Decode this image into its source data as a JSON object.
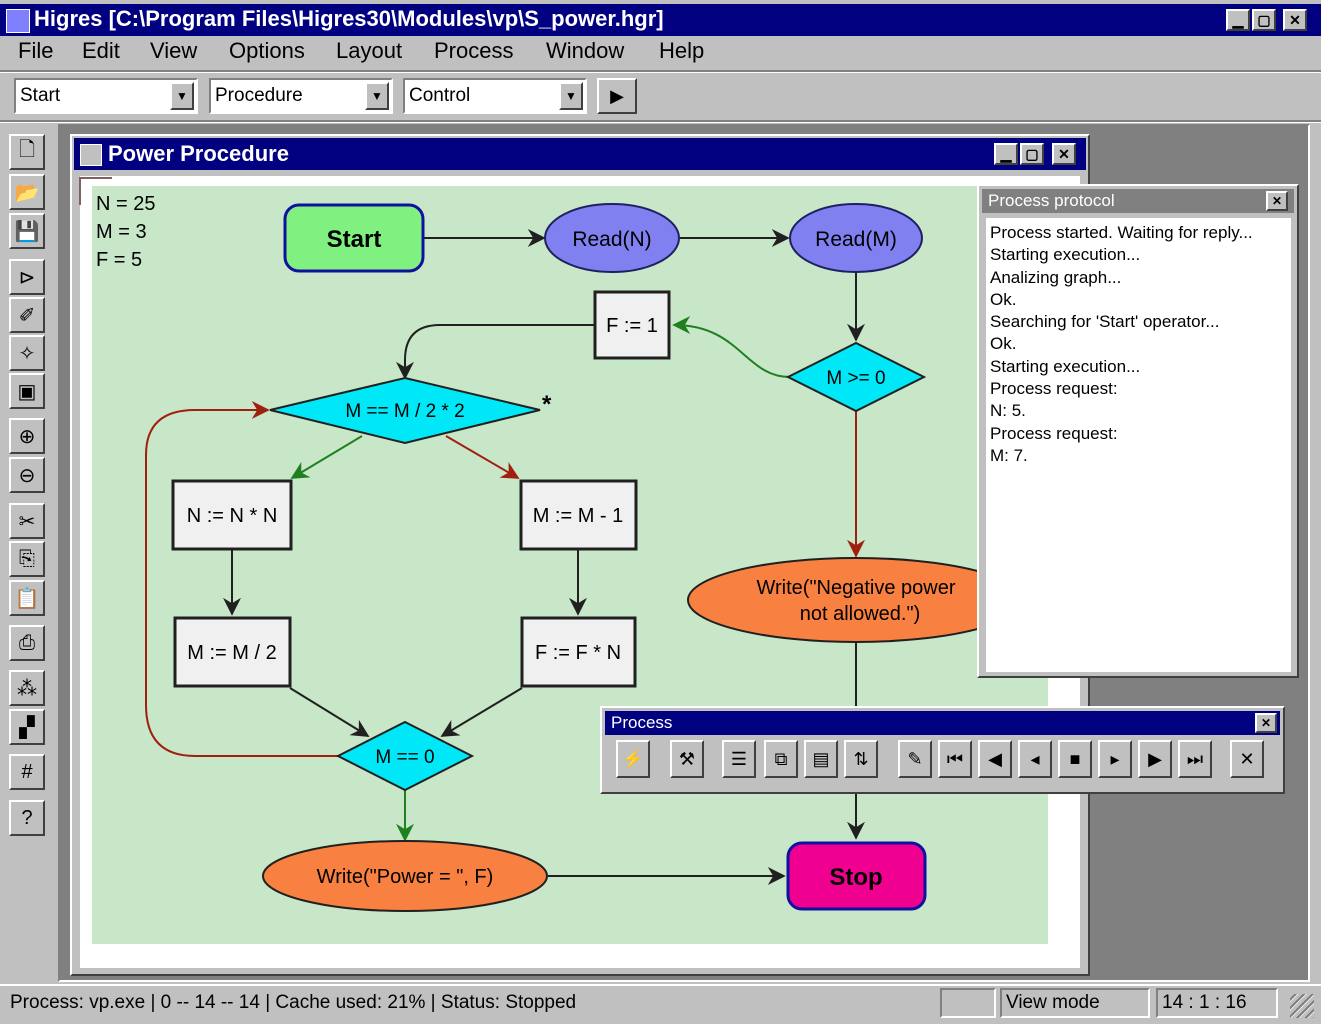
{
  "app": {
    "title": "Higres [C:\\Program Files\\Higres30\\Modules\\vp\\S_power.hgr]",
    "caption_buttons": [
      "▁",
      "▢",
      "✕"
    ]
  },
  "menu": [
    "File",
    "Edit",
    "View",
    "Options",
    "Layout",
    "Process",
    "Window",
    "Help"
  ],
  "toolbar": {
    "combo1": "Start",
    "combo2": "Procedure",
    "combo3": "Control",
    "run_icon": "play-icon"
  },
  "side_tools": [
    "new-icon",
    "open-icon",
    "save-icon",
    "select-icon",
    "edit-icon",
    "magic-icon",
    "clipboard-icon",
    "zoom-in-icon",
    "zoom-out-icon",
    "cut-icon",
    "copy-icon",
    "paste-icon",
    "print-icon",
    "layout-icon",
    "cascade-icon",
    "grid-icon",
    "help-icon"
  ],
  "doc": {
    "title": "Power Procedure",
    "vars": [
      "N = 25",
      "M = 3",
      "F = 5"
    ],
    "nodes": {
      "start": "Start",
      "readN": "Read(N)",
      "readM": "Read(M)",
      "f1": "F := 1",
      "mge0": "M >= 0",
      "meven": "M == M / 2 * 2",
      "nn": "N := N * N",
      "mm1": "M := M - 1",
      "mhalf": "M := M / 2",
      "ffn": "F := F * N",
      "meq0": "M == 0",
      "neg1": "Write(\"Negative power",
      "neg2": "not allowed.\")",
      "writep": "Write(\"Power = \", F)",
      "stop": "Stop",
      "star": "*"
    },
    "colors": {
      "canvas": "#c8e6c8",
      "start": "#80f080",
      "read": "#8080f0",
      "diamond": "#00e8f8",
      "write": "#f88040",
      "stop": "#f00090",
      "green_edge": "#208020",
      "red_edge": "#a02010"
    }
  },
  "protocol": {
    "title": "Process protocol",
    "lines": [
      "Process started. Waiting for reply...",
      "Starting execution...",
      "Analizing graph...",
      "Ok.",
      "Searching for 'Start' operator...",
      "Ok.",
      "Starting execution...",
      "Process request:",
      "N: 5.",
      "Process request:",
      "M: 7."
    ]
  },
  "process_panel": {
    "title": "Process",
    "buttons": [
      {
        "icon": "lightning-icon",
        "glyph": "⚡"
      },
      {
        "icon": "tools-icon",
        "glyph": "⚒"
      },
      {
        "icon": "list-icon",
        "glyph": "☰"
      },
      {
        "icon": "windows-icon",
        "glyph": "⧉"
      },
      {
        "icon": "table-icon",
        "glyph": "▤"
      },
      {
        "icon": "swap-icon",
        "glyph": "⇅"
      },
      {
        "icon": "wand-icon",
        "glyph": "✎"
      },
      {
        "icon": "first-icon",
        "glyph": "⏮"
      },
      {
        "icon": "step-back-icon",
        "glyph": "◀"
      },
      {
        "icon": "back-icon",
        "glyph": "◂"
      },
      {
        "icon": "stop-icon",
        "glyph": "■"
      },
      {
        "icon": "forward-icon",
        "glyph": "▸"
      },
      {
        "icon": "step-forward-icon",
        "glyph": "▶"
      },
      {
        "icon": "last-icon",
        "glyph": "⏭"
      },
      {
        "icon": "close-icon",
        "glyph": "✕"
      }
    ]
  },
  "status": {
    "left": "Process: vp.exe |  0 -- 14 -- 14  |  Cache used: 21%  |  Status: Stopped",
    "mode": "View mode",
    "time": "14 : 1 : 16"
  }
}
